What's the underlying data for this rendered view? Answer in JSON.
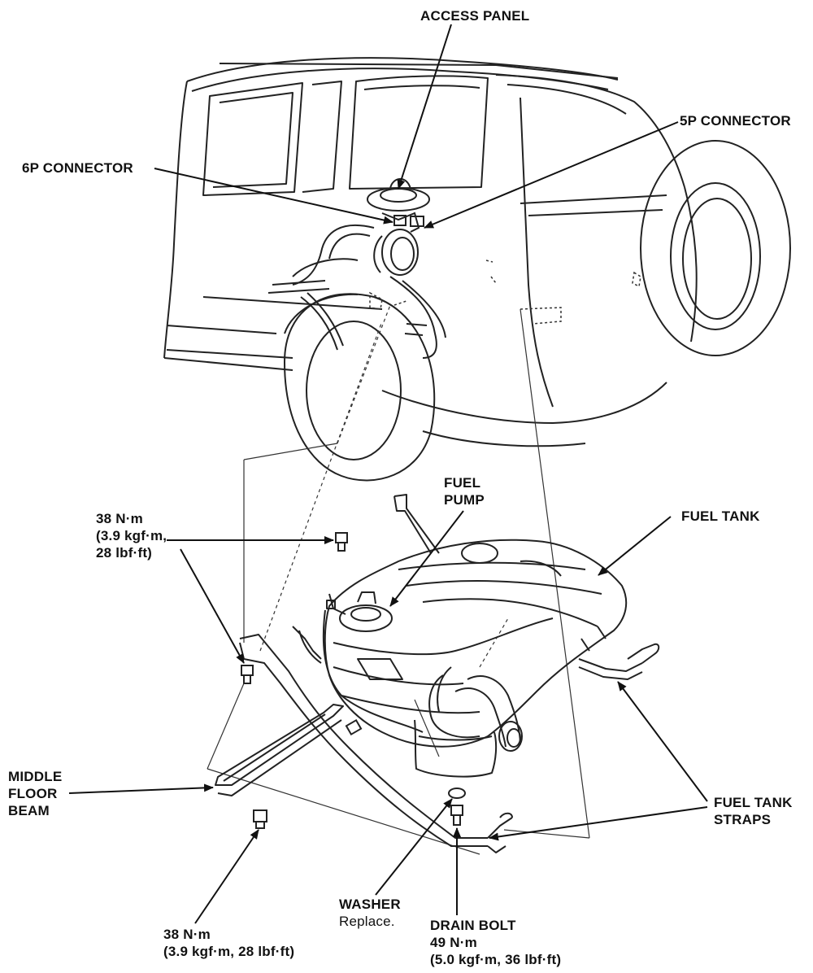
{
  "labels": {
    "access_panel": "ACCESS PANEL",
    "connector_5p": "5P CONNECTOR",
    "connector_6p": "6P CONNECTOR",
    "fuel_pump": [
      "FUEL",
      "PUMP"
    ],
    "fuel_tank": "FUEL TANK",
    "torque_strap_bolts": [
      "38 N·m",
      "(3.9 kgf·m,",
      "28 lbf·ft)"
    ],
    "middle_floor_beam": [
      "MIDDLE",
      "FLOOR",
      "BEAM"
    ],
    "fuel_tank_straps": [
      "FUEL TANK",
      "STRAPS"
    ],
    "torque_beam_bolt": [
      "38 N·m",
      "(3.9 kgf·m, 28 lbf·ft)"
    ],
    "washer": "WASHER",
    "washer_note": "Replace.",
    "drain_bolt": [
      "DRAIN BOLT",
      "49 N·m",
      "(5.0 kgf·m, 36 lbf·ft)"
    ]
  }
}
